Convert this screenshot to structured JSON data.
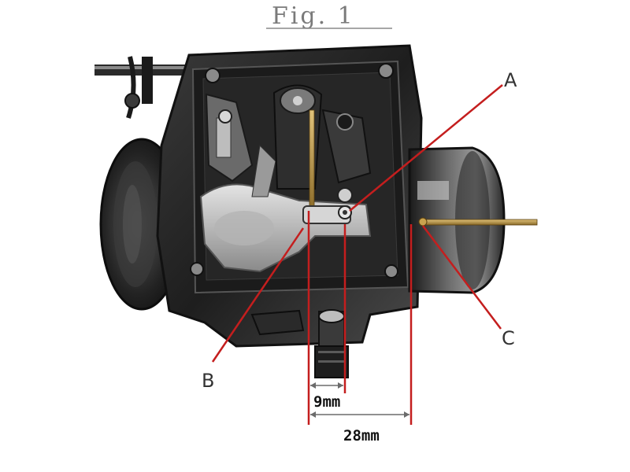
{
  "figure": {
    "title": "Fig. 1"
  },
  "callouts": {
    "a": "A",
    "b": "B",
    "c": "C"
  },
  "dimensions": {
    "short": "9mm",
    "long": "28mm"
  },
  "colors": {
    "callout_line": "#c41e1e",
    "dimension_line": "#6b6b6b",
    "brass": "#b28a3a",
    "metal_dark": "#2a2a2a",
    "metal_light": "#c9c9c9"
  }
}
